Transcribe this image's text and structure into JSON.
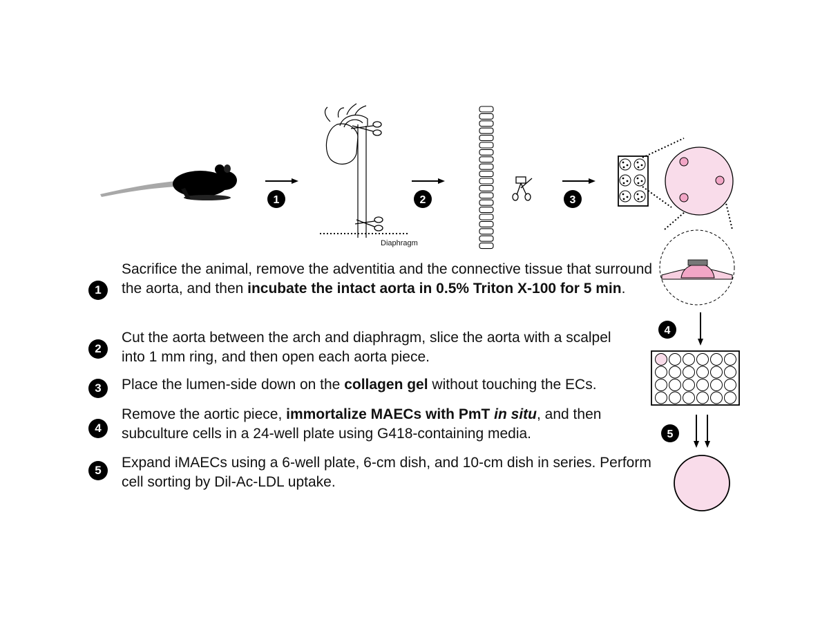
{
  "diagram": {
    "diaphragm_label": "Diaphragm",
    "flow_steps": [
      "1",
      "2",
      "3",
      "4",
      "5"
    ],
    "colors": {
      "ink": "#000000",
      "pink_fill": "#f9dcea",
      "pink_spot": "#f2a6c6",
      "gel_pink": "#f7cfe0",
      "mouse_tail": "#a8a8a8"
    },
    "plate_24_rows": 4,
    "plate_24_cols": 6,
    "plate_6_rows": 3,
    "plate_6_cols": 2,
    "ring_count": 20
  },
  "steps": [
    {
      "num": "1",
      "parts": [
        {
          "text": "Sacrifice the animal, remove the adventitia and the connective tissue that surround the aorta, and then ",
          "bold": false,
          "italic": false
        },
        {
          "text": "incubate the intact aorta in 0.5% Triton X-100 for 5 min",
          "bold": true,
          "italic": false
        },
        {
          "text": ".",
          "bold": false,
          "italic": false
        }
      ]
    },
    {
      "num": "2",
      "parts": [
        {
          "text": "Cut the aorta between the arch and diaphragm, slice the aorta with a scalpel into 1 mm ring, and then open each aorta piece.",
          "bold": false,
          "italic": false
        }
      ]
    },
    {
      "num": "3",
      "parts": [
        {
          "text": "Place the lumen-side down on the ",
          "bold": false,
          "italic": false
        },
        {
          "text": "collagen gel",
          "bold": true,
          "italic": false
        },
        {
          "text": " without touching the ECs.",
          "bold": false,
          "italic": false
        }
      ]
    },
    {
      "num": "4",
      "parts": [
        {
          "text": "Remove the aortic piece, ",
          "bold": false,
          "italic": false
        },
        {
          "text": "immortalize MAECs with PmT ",
          "bold": true,
          "italic": false
        },
        {
          "text": "in situ",
          "bold": true,
          "italic": true
        },
        {
          "text": ", and then subculture cells in a 24-well plate using G418-containing media.",
          "bold": false,
          "italic": false
        }
      ]
    },
    {
      "num": "5",
      "parts": [
        {
          "text": "Expand iMAECs using a 6-well plate, 6-cm dish, and 10-cm dish in series. Perform cell sorting by Dil-Ac-LDL uptake.",
          "bold": false,
          "italic": false
        }
      ]
    }
  ]
}
